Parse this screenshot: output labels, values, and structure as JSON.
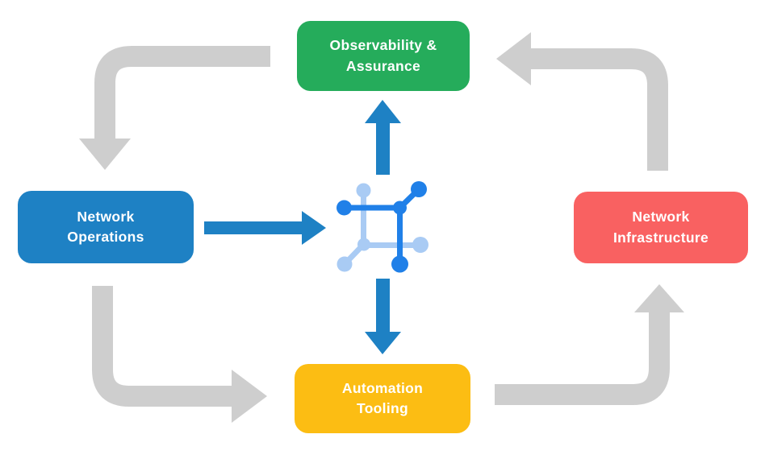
{
  "diagram": {
    "background": "#ffffff",
    "nodes": [
      {
        "id": "observability-assurance",
        "label": "Observability &\nAssurance",
        "color": "#25AC5B"
      },
      {
        "id": "network-operations",
        "label": "Network\nOperations",
        "color": "#1E81C4"
      },
      {
        "id": "network-infrastructure",
        "label": "Network\nInfrastructure",
        "color": "#F96161"
      },
      {
        "id": "automation-tooling",
        "label": "Automation\nTooling",
        "color": "#FCBD13"
      }
    ],
    "center_icon": {
      "name": "network-mesh-icon",
      "primary_color": "#2080E8",
      "secondary_color": "#A9CBF4"
    },
    "colors": {
      "cycle_arrow": "#CECECE",
      "flow_arrow": "#1E81C4",
      "icon_primary": "#2080E8",
      "icon_secondary": "#A9CBF4",
      "node_text": "#FFFFFF"
    },
    "cycle_arrows": [
      {
        "from": "observability-assurance",
        "to": "network-operations",
        "points": "down"
      },
      {
        "from": "network-operations",
        "to": "automation-tooling",
        "points": "right"
      },
      {
        "from": "automation-tooling",
        "to": "network-infrastructure",
        "points": "up"
      },
      {
        "from": "network-infrastructure",
        "to": "observability-assurance",
        "points": "left"
      }
    ],
    "flow_arrows": [
      {
        "from": "network-operations",
        "to": "center-icon",
        "points": "right"
      },
      {
        "from": "center-icon",
        "to": "observability-assurance",
        "points": "up"
      },
      {
        "from": "center-icon",
        "to": "automation-tooling",
        "points": "down"
      }
    ]
  }
}
